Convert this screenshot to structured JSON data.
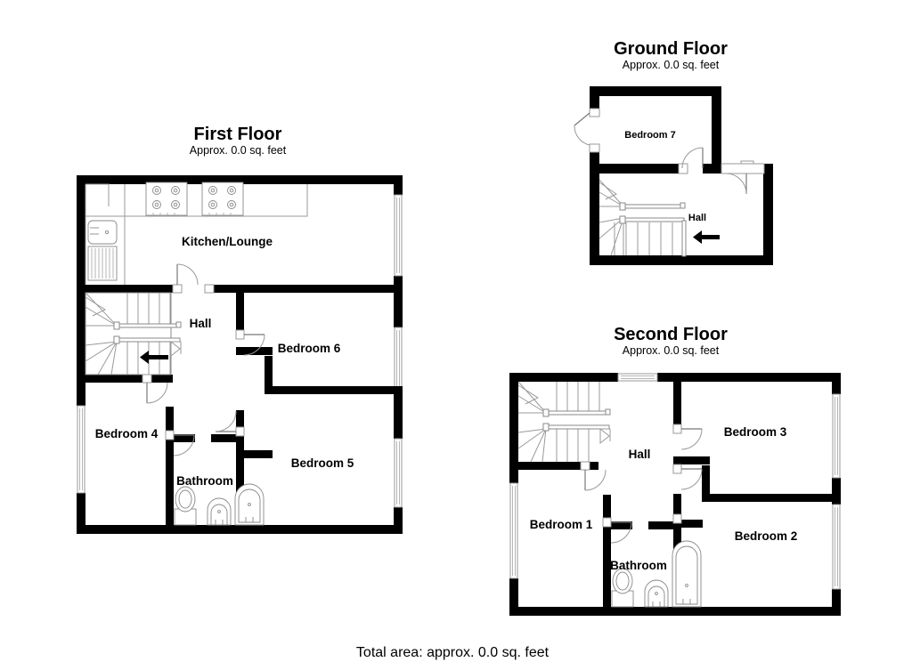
{
  "document": {
    "type": "floor-plan",
    "total_area_text": "Total area: approx. 0.0 sq. feet",
    "background_color": "#ffffff",
    "wall_color": "#000000"
  },
  "floors": [
    {
      "id": "first-floor",
      "title": "First Floor",
      "subtitle": "Approx. 0.0 sq. feet",
      "rooms": [
        {
          "name": "Kitchen/Lounge",
          "label": "Kitchen/Lounge"
        },
        {
          "name": "Hall",
          "label": "Hall"
        },
        {
          "name": "Bedroom 6",
          "label": "Bedroom 6"
        },
        {
          "name": "Bedroom 4",
          "label": "Bedroom 4"
        },
        {
          "name": "Bedroom 5",
          "label": "Bedroom 5"
        },
        {
          "name": "Bathroom",
          "label": "Bathroom"
        }
      ],
      "fixtures": [
        "sink",
        "drainer",
        "hob",
        "hob",
        "toilet",
        "wash-basin",
        "bathtub",
        "staircase"
      ],
      "windows": 4,
      "direction_arrow": "left"
    },
    {
      "id": "ground-floor",
      "title": "Ground Floor",
      "subtitle": "Approx. 0.0 sq. feet",
      "rooms": [
        {
          "name": "Bedroom 7",
          "label": "Bedroom 7"
        },
        {
          "name": "Hall",
          "label": "Hall"
        }
      ],
      "fixtures": [
        "staircase",
        "entry-door"
      ],
      "windows": 0,
      "direction_arrow": "left"
    },
    {
      "id": "second-floor",
      "title": "Second Floor",
      "subtitle": "Approx. 0.0 sq. feet",
      "rooms": [
        {
          "name": "Hall",
          "label": "Hall"
        },
        {
          "name": "Bedroom 3",
          "label": "Bedroom 3"
        },
        {
          "name": "Bedroom 1",
          "label": "Bedroom 1"
        },
        {
          "name": "Bedroom 2",
          "label": "Bedroom 2"
        },
        {
          "name": "Bathroom",
          "label": "Bathroom"
        }
      ],
      "fixtures": [
        "toilet",
        "wash-basin",
        "bathtub",
        "staircase"
      ],
      "windows": 5,
      "direction_arrow": "none"
    }
  ]
}
